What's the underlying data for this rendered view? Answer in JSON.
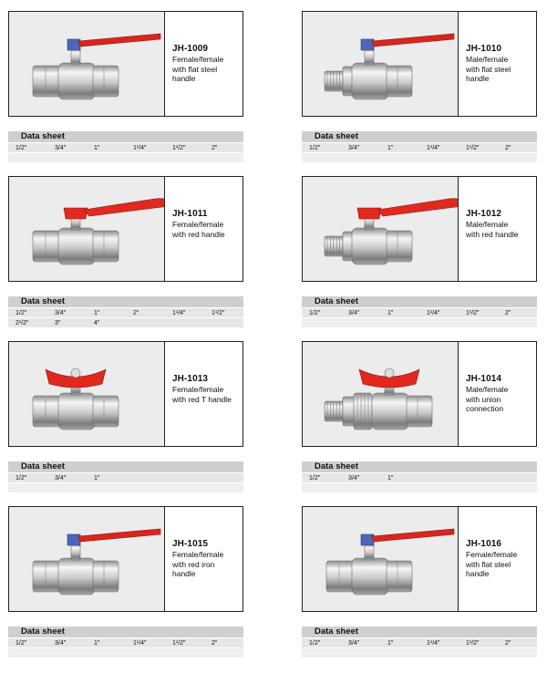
{
  "sheet_label": "Data sheet",
  "products": [
    {
      "code": "JH-1009",
      "desc": [
        "Female/female",
        "with flat steel",
        "handle"
      ],
      "sizes": [
        [
          "1/2″",
          "3/4″",
          "1″",
          "1¹/4″",
          "1¹/2″",
          "2″"
        ],
        []
      ],
      "handle": "lever",
      "handle_color": "#d9261c",
      "ends": "female"
    },
    {
      "code": "JH-1010",
      "desc": [
        "Male/female",
        "with flat steel",
        "handle"
      ],
      "sizes": [
        [
          "1/2″",
          "3/4″",
          "1″",
          "1¹/4″",
          "1¹/2″",
          "2″"
        ],
        []
      ],
      "handle": "lever",
      "handle_color": "#d9261c",
      "ends": "male-female"
    },
    {
      "code": "JH-1011",
      "desc": [
        "Female/female",
        "with red handle"
      ],
      "sizes": [
        [
          "1/2″",
          "3/4″",
          "1″",
          "2″",
          "1¹/4″",
          "1¹/2″"
        ],
        [
          "2¹/2″",
          "3″",
          "4″"
        ]
      ],
      "handle": "red-lever",
      "handle_color": "#e12a1f",
      "ends": "female"
    },
    {
      "code": "JH-1012",
      "desc": [
        "Male/female",
        "with red handle"
      ],
      "sizes": [
        [
          "1/2″",
          "3/4″",
          "1″",
          "1¹/4″",
          "1¹/2″",
          "2″"
        ],
        []
      ],
      "handle": "red-lever",
      "handle_color": "#e12a1f",
      "ends": "male-female"
    },
    {
      "code": "JH-1013",
      "desc": [
        "Female/female",
        "with red T handle"
      ],
      "sizes": [
        [
          "1/2″",
          "3/4″",
          "1″"
        ],
        []
      ],
      "handle": "t-handle",
      "handle_color": "#e0281d",
      "ends": "female"
    },
    {
      "code": "JH-1014",
      "desc": [
        "Male/female",
        "with union",
        "connection"
      ],
      "sizes": [
        [
          "1/2″",
          "3/4″",
          "1″"
        ],
        []
      ],
      "handle": "t-handle",
      "handle_color": "#e0281d",
      "ends": "union"
    },
    {
      "code": "JH-1015",
      "desc": [
        "Female/female",
        "with red iron",
        "handle"
      ],
      "sizes": [
        [
          "1/2″",
          "3/4″",
          "1″",
          "1¹/4″",
          "1¹/2″",
          "2″"
        ],
        []
      ],
      "handle": "lever",
      "handle_color": "#d9261c",
      "ends": "female"
    },
    {
      "code": "JH-1016",
      "desc": [
        "Female/female",
        "with flat steel",
        "handle"
      ],
      "sizes": [
        [
          "1/2″",
          "3/4″",
          "1″",
          "1¹/4″",
          "1¹/2″",
          "2″"
        ],
        []
      ],
      "handle": "lever",
      "handle_color": "#d9261c",
      "ends": "female"
    }
  ]
}
